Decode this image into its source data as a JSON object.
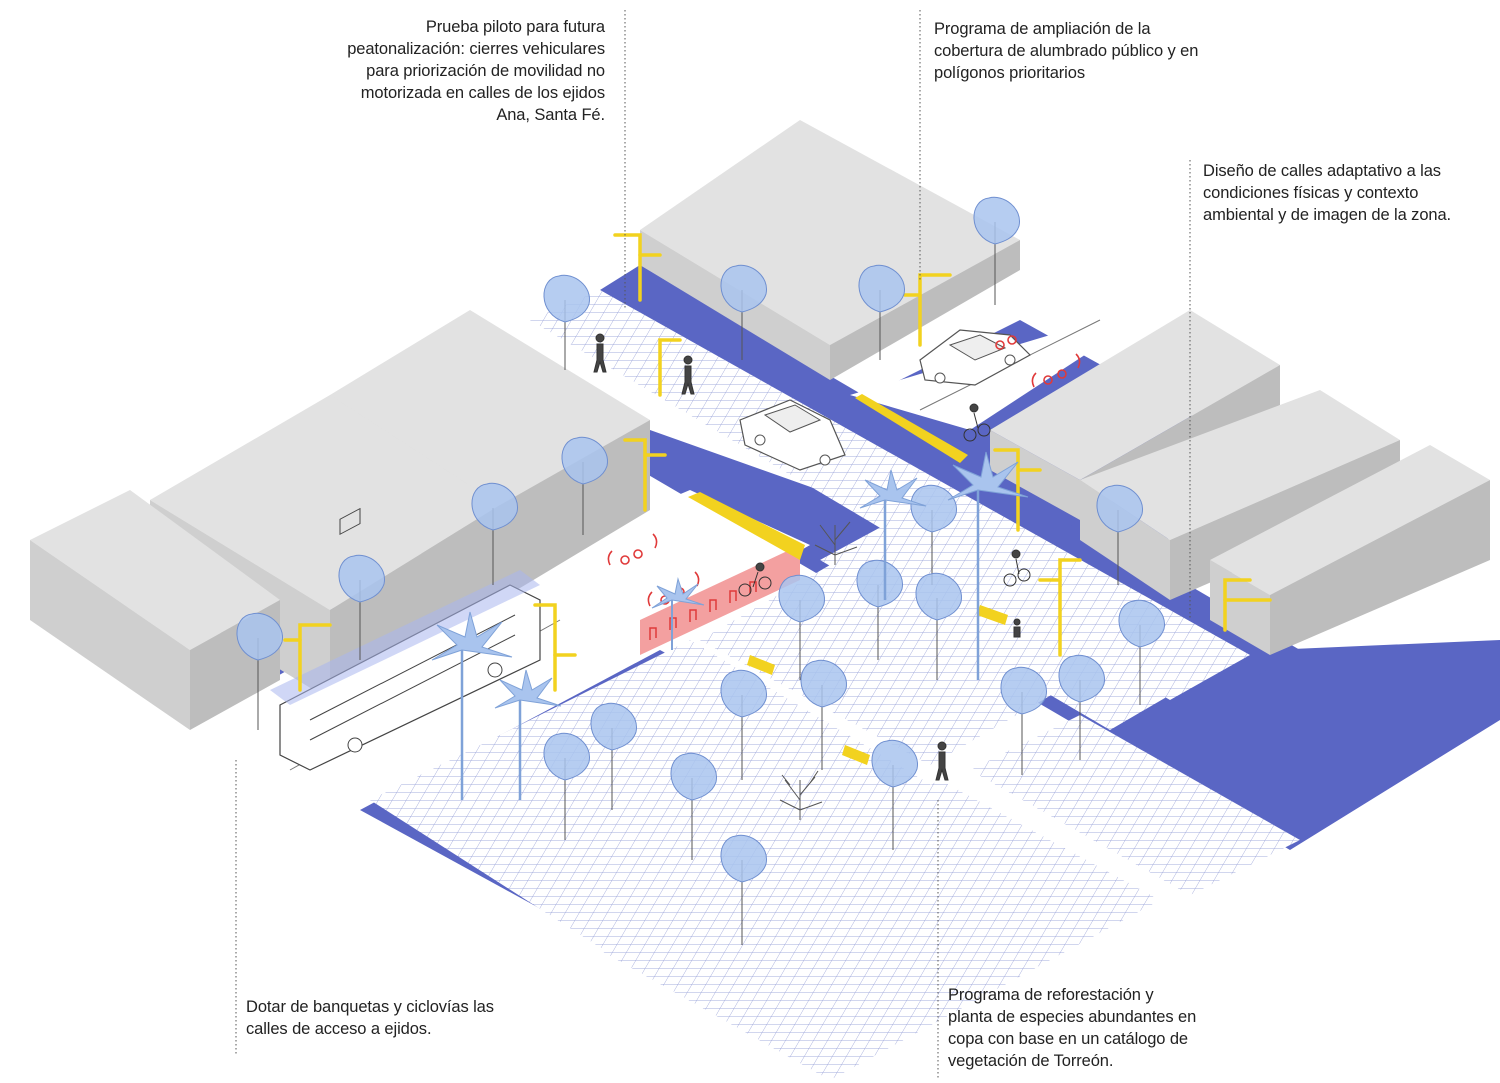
{
  "colors": {
    "background": "#ffffff",
    "street": "#5a66c4",
    "building_top": "#e2e2e2",
    "building_left": "#cfcfcf",
    "building_right": "#bdbdbd",
    "paving": "#ffffff",
    "paving_grid": "#9aa3d9",
    "tree_canopy": "#a9c4ee",
    "lamp": "#f2d21f",
    "bike_lane": "#e03a3a",
    "bike_lane_fill": "#f3a0a0",
    "leader_line": "#555555"
  },
  "callouts": {
    "pilot_test": {
      "lines": [
        "Prueba piloto para futura",
        "peatonalización: cierres vehiculares",
        "para priorización de movilidad no",
        "motorizada en calles de los ejidos",
        "Ana, Santa Fé."
      ]
    },
    "lighting_program": {
      "lines": [
        "Programa de ampliación de la",
        "cobertura de alumbrado público y en",
        "polígonos prioritarios"
      ]
    },
    "adaptive_design": {
      "lines": [
        "Diseño de calles adaptativo a las",
        "condiciones físicas y contexto",
        "ambiental y de imagen de la zona."
      ]
    },
    "sidewalks_bikeways": {
      "lines": [
        "Dotar de banquetas y ciclovías las",
        "calles de acceso a ejidos."
      ]
    },
    "reforestation": {
      "lines": [
        "Programa de reforestación y",
        "planta de especies abundantes en",
        "copa con base en un catálogo de",
        "vegetación de Torreón."
      ]
    }
  },
  "icons": [
    "building-block",
    "street-tree-icon",
    "palm-tree-icon",
    "street-lamp-icon",
    "bus-icon",
    "car-icon",
    "cyclist-icon",
    "pedestrian-icon",
    "bench-icon",
    "bike-rack-icon",
    "bike-lane-symbol-icon"
  ]
}
